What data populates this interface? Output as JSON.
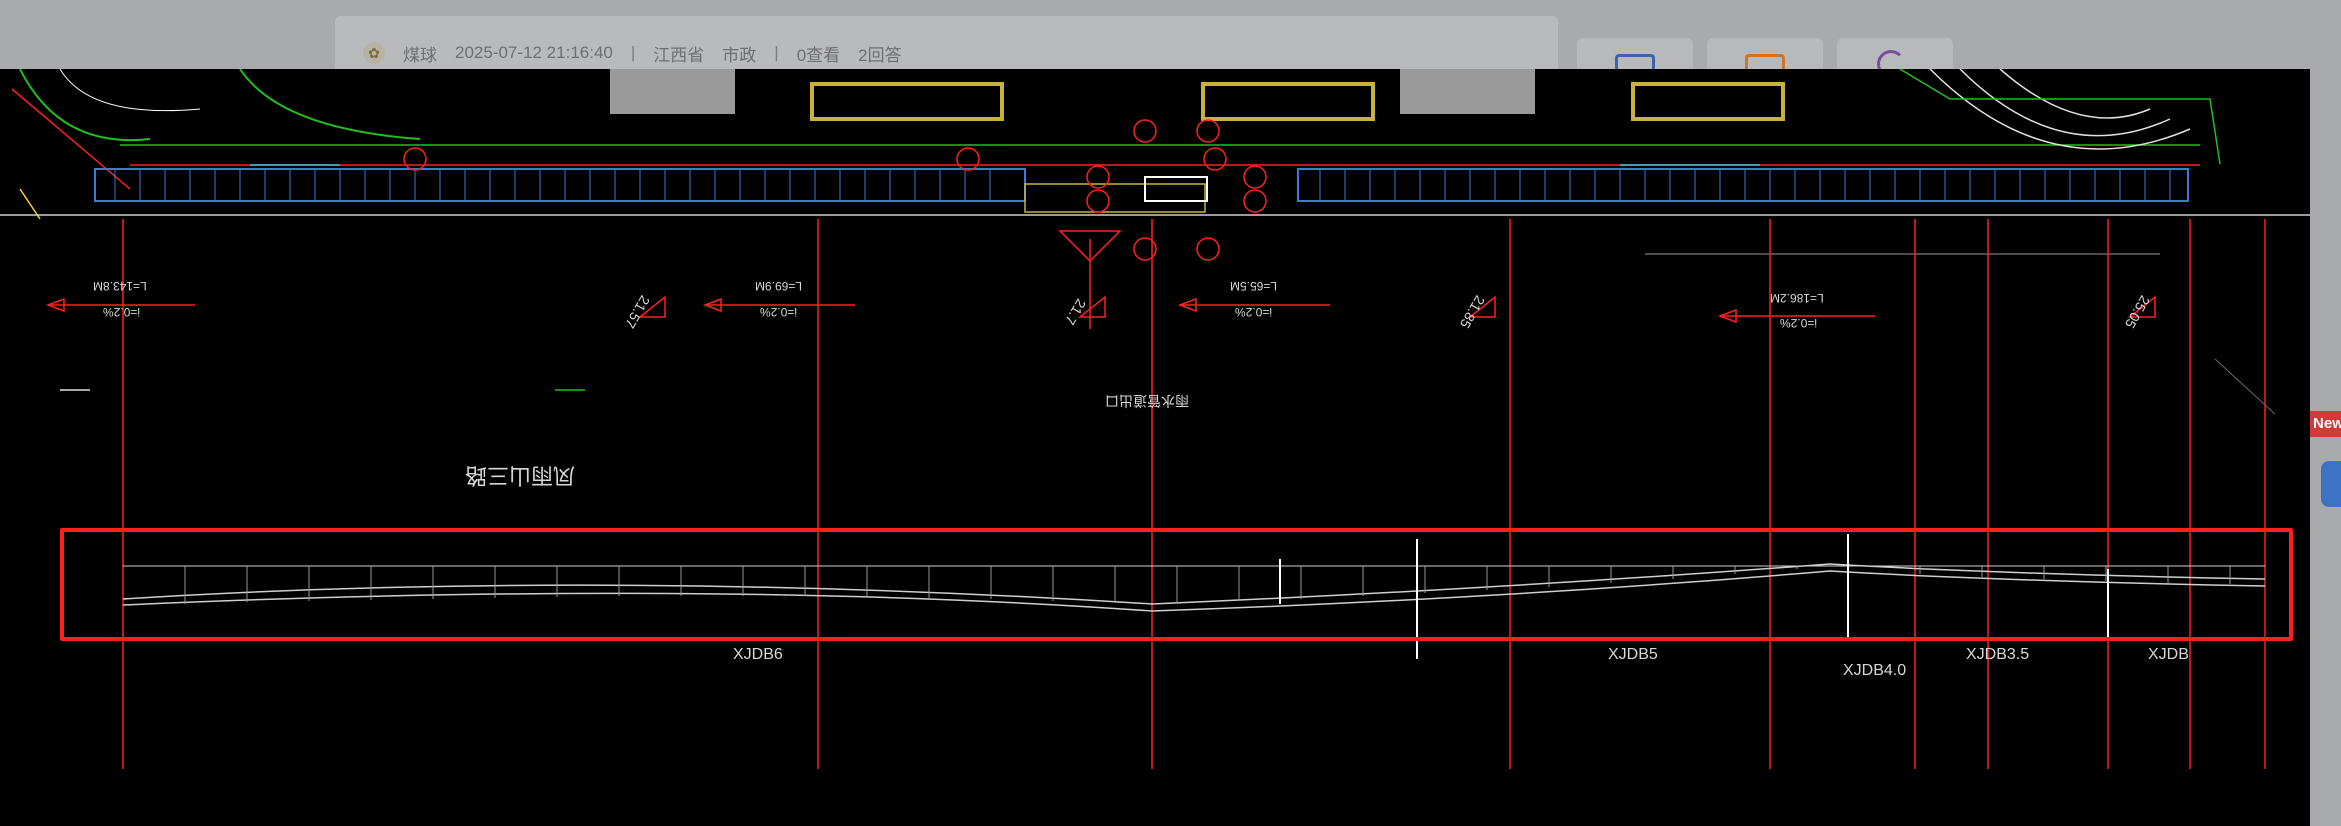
{
  "post": {
    "author": "煤球",
    "timestamp": "2025-07-12 21:16:40",
    "separator": "|",
    "province": "江西省",
    "category": "市政",
    "views": "0查看",
    "answers": "2回答"
  },
  "badge": {
    "new_label": "New"
  },
  "drawing": {
    "annotations": [
      "L=143.8M",
      "i=0.2%",
      "L=69.9M",
      "i=0.2%",
      "L=65.5M",
      "i=0.2%",
      "L=186.2M",
      "i=0.2%"
    ],
    "elevations": [
      "21.57",
      "21.7",
      "21.85",
      "25.05"
    ],
    "road_name_mirrored": "凤雨山三路",
    "note_mirrored": "雨水管道出口",
    "stations": [
      "XJDB6",
      "XJDB5",
      "XJDB4.0",
      "XJDB3.5",
      "XJDB"
    ]
  },
  "colors": {
    "background": "#000000",
    "red_line": "#ff2020",
    "green_line": "#20c020",
    "blue_line": "#3a7bd5",
    "highlight": "#ff1f1f"
  }
}
